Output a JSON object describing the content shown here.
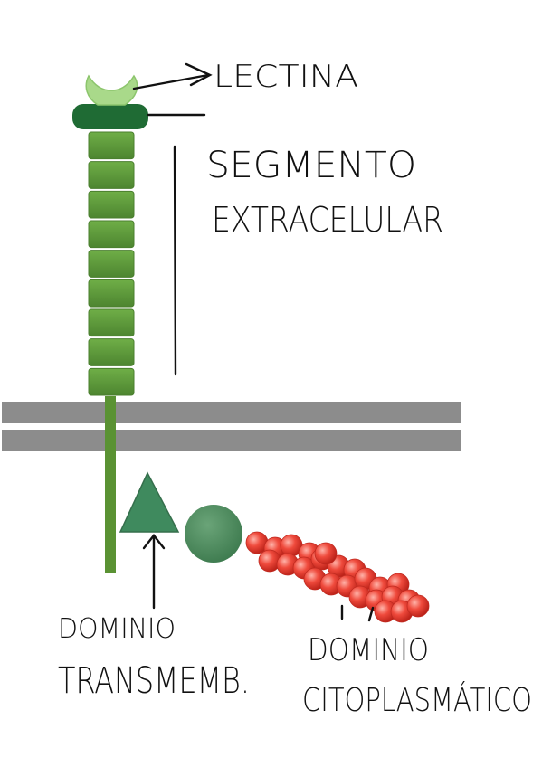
{
  "labels": {
    "lectina": "LECTINA",
    "segmento_line1": "SEGMENTO",
    "segmento_line2": "EXTRACELULAR",
    "transmembrane_line1": "DOMINIO",
    "transmembrane_line2": "TRANSMEMB.",
    "cytoplasmic_line1": "DOMINIO",
    "cytoplasmic_line2": "CITOPLASMÁTICO"
  },
  "colors": {
    "lectin_head": "#a9d98a",
    "lectin_collar": "#1f6b34",
    "segment_block": "#5f9a3c",
    "segment_block_dark": "#4a7f2e",
    "membrane": "#8c8c8c",
    "membrane_gap": "#ffffff",
    "stalk": "#5a9233",
    "triangle": "#3f8a5e",
    "circle": "#4f8a5f",
    "red_bead": "#e8392f",
    "red_bead_highlight": "#ff9a90",
    "ink": "#111111"
  },
  "structure": {
    "extracellular_segment_count": 9,
    "cytoplasmic_bead_count": 24
  }
}
